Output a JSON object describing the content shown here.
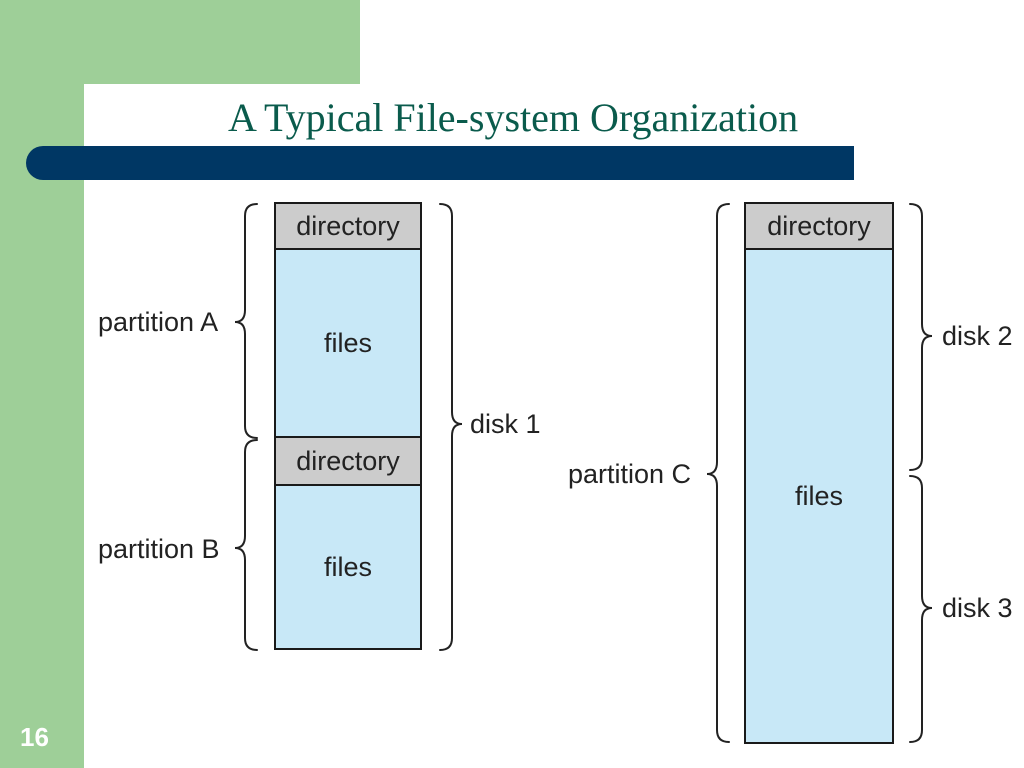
{
  "slide": {
    "title": "A Typical File-system Organization",
    "number": "16"
  },
  "left_stack": {
    "blocks": [
      {
        "label": "directory"
      },
      {
        "label": "files"
      },
      {
        "label": "directory"
      },
      {
        "label": "files"
      }
    ],
    "partition_labels": [
      "partition A",
      "partition B"
    ],
    "disk_label": "disk 1"
  },
  "right_stack": {
    "blocks": [
      {
        "label": "directory"
      },
      {
        "label": "files"
      }
    ],
    "partition_label": "partition C",
    "disk_labels": [
      "disk 2",
      "disk 3"
    ]
  },
  "colors": {
    "directory_fill": "#cccccc",
    "files_fill": "#c8e8f7",
    "title_bar": "#003764",
    "title_text": "#0a5b4c",
    "side_green": "#9ecf98"
  }
}
